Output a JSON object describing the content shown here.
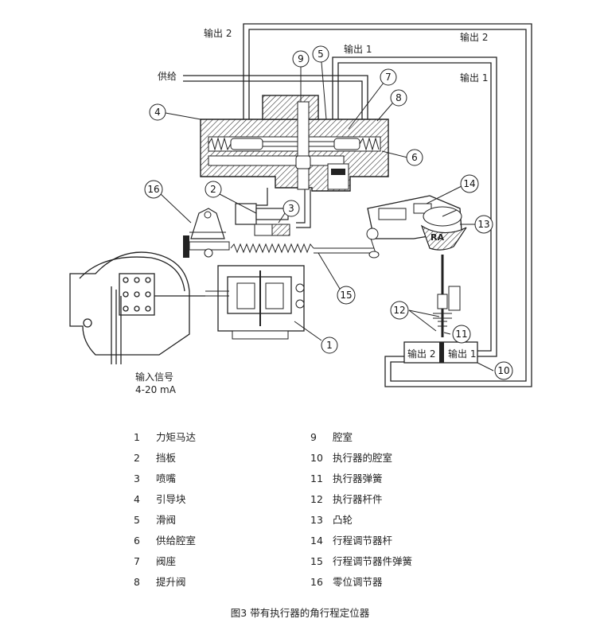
{
  "diagram": {
    "labels": {
      "output2_top_left": "输出 2",
      "output2_top_right": "输出 2",
      "output1_top": "输出 1",
      "output1_right": "输出 1",
      "supply": "供给",
      "input_signal": "输入信号",
      "input_range": "4-20 mA",
      "actuator_out2": "输出 2",
      "actuator_out1": "输出 1",
      "cam_ra": "RA"
    },
    "callouts": [
      "1",
      "2",
      "3",
      "4",
      "5",
      "6",
      "7",
      "8",
      "9",
      "10",
      "11",
      "12",
      "13",
      "14",
      "15",
      "16"
    ]
  },
  "legend": {
    "left": [
      {
        "num": "1",
        "text": "力矩马达"
      },
      {
        "num": "2",
        "text": "挡板"
      },
      {
        "num": "3",
        "text": "喷嘴"
      },
      {
        "num": "4",
        "text": "引导块"
      },
      {
        "num": "5",
        "text": "滑阀"
      },
      {
        "num": "6",
        "text": "供给腔室"
      },
      {
        "num": "7",
        "text": "阀座"
      },
      {
        "num": "8",
        "text": "提升阀"
      }
    ],
    "right": [
      {
        "num": "9",
        "text": "腔室"
      },
      {
        "num": "10",
        "text": "执行器的腔室"
      },
      {
        "num": "11",
        "text": "执行器弹簧"
      },
      {
        "num": "12",
        "text": "执行器杆件"
      },
      {
        "num": "13",
        "text": "凸轮"
      },
      {
        "num": "14",
        "text": "行程调节器杆"
      },
      {
        "num": "15",
        "text": "行程调节器件弹簧"
      },
      {
        "num": "16",
        "text": "零位调节器"
      }
    ]
  },
  "caption": "图3 带有执行器的角行程定位器"
}
